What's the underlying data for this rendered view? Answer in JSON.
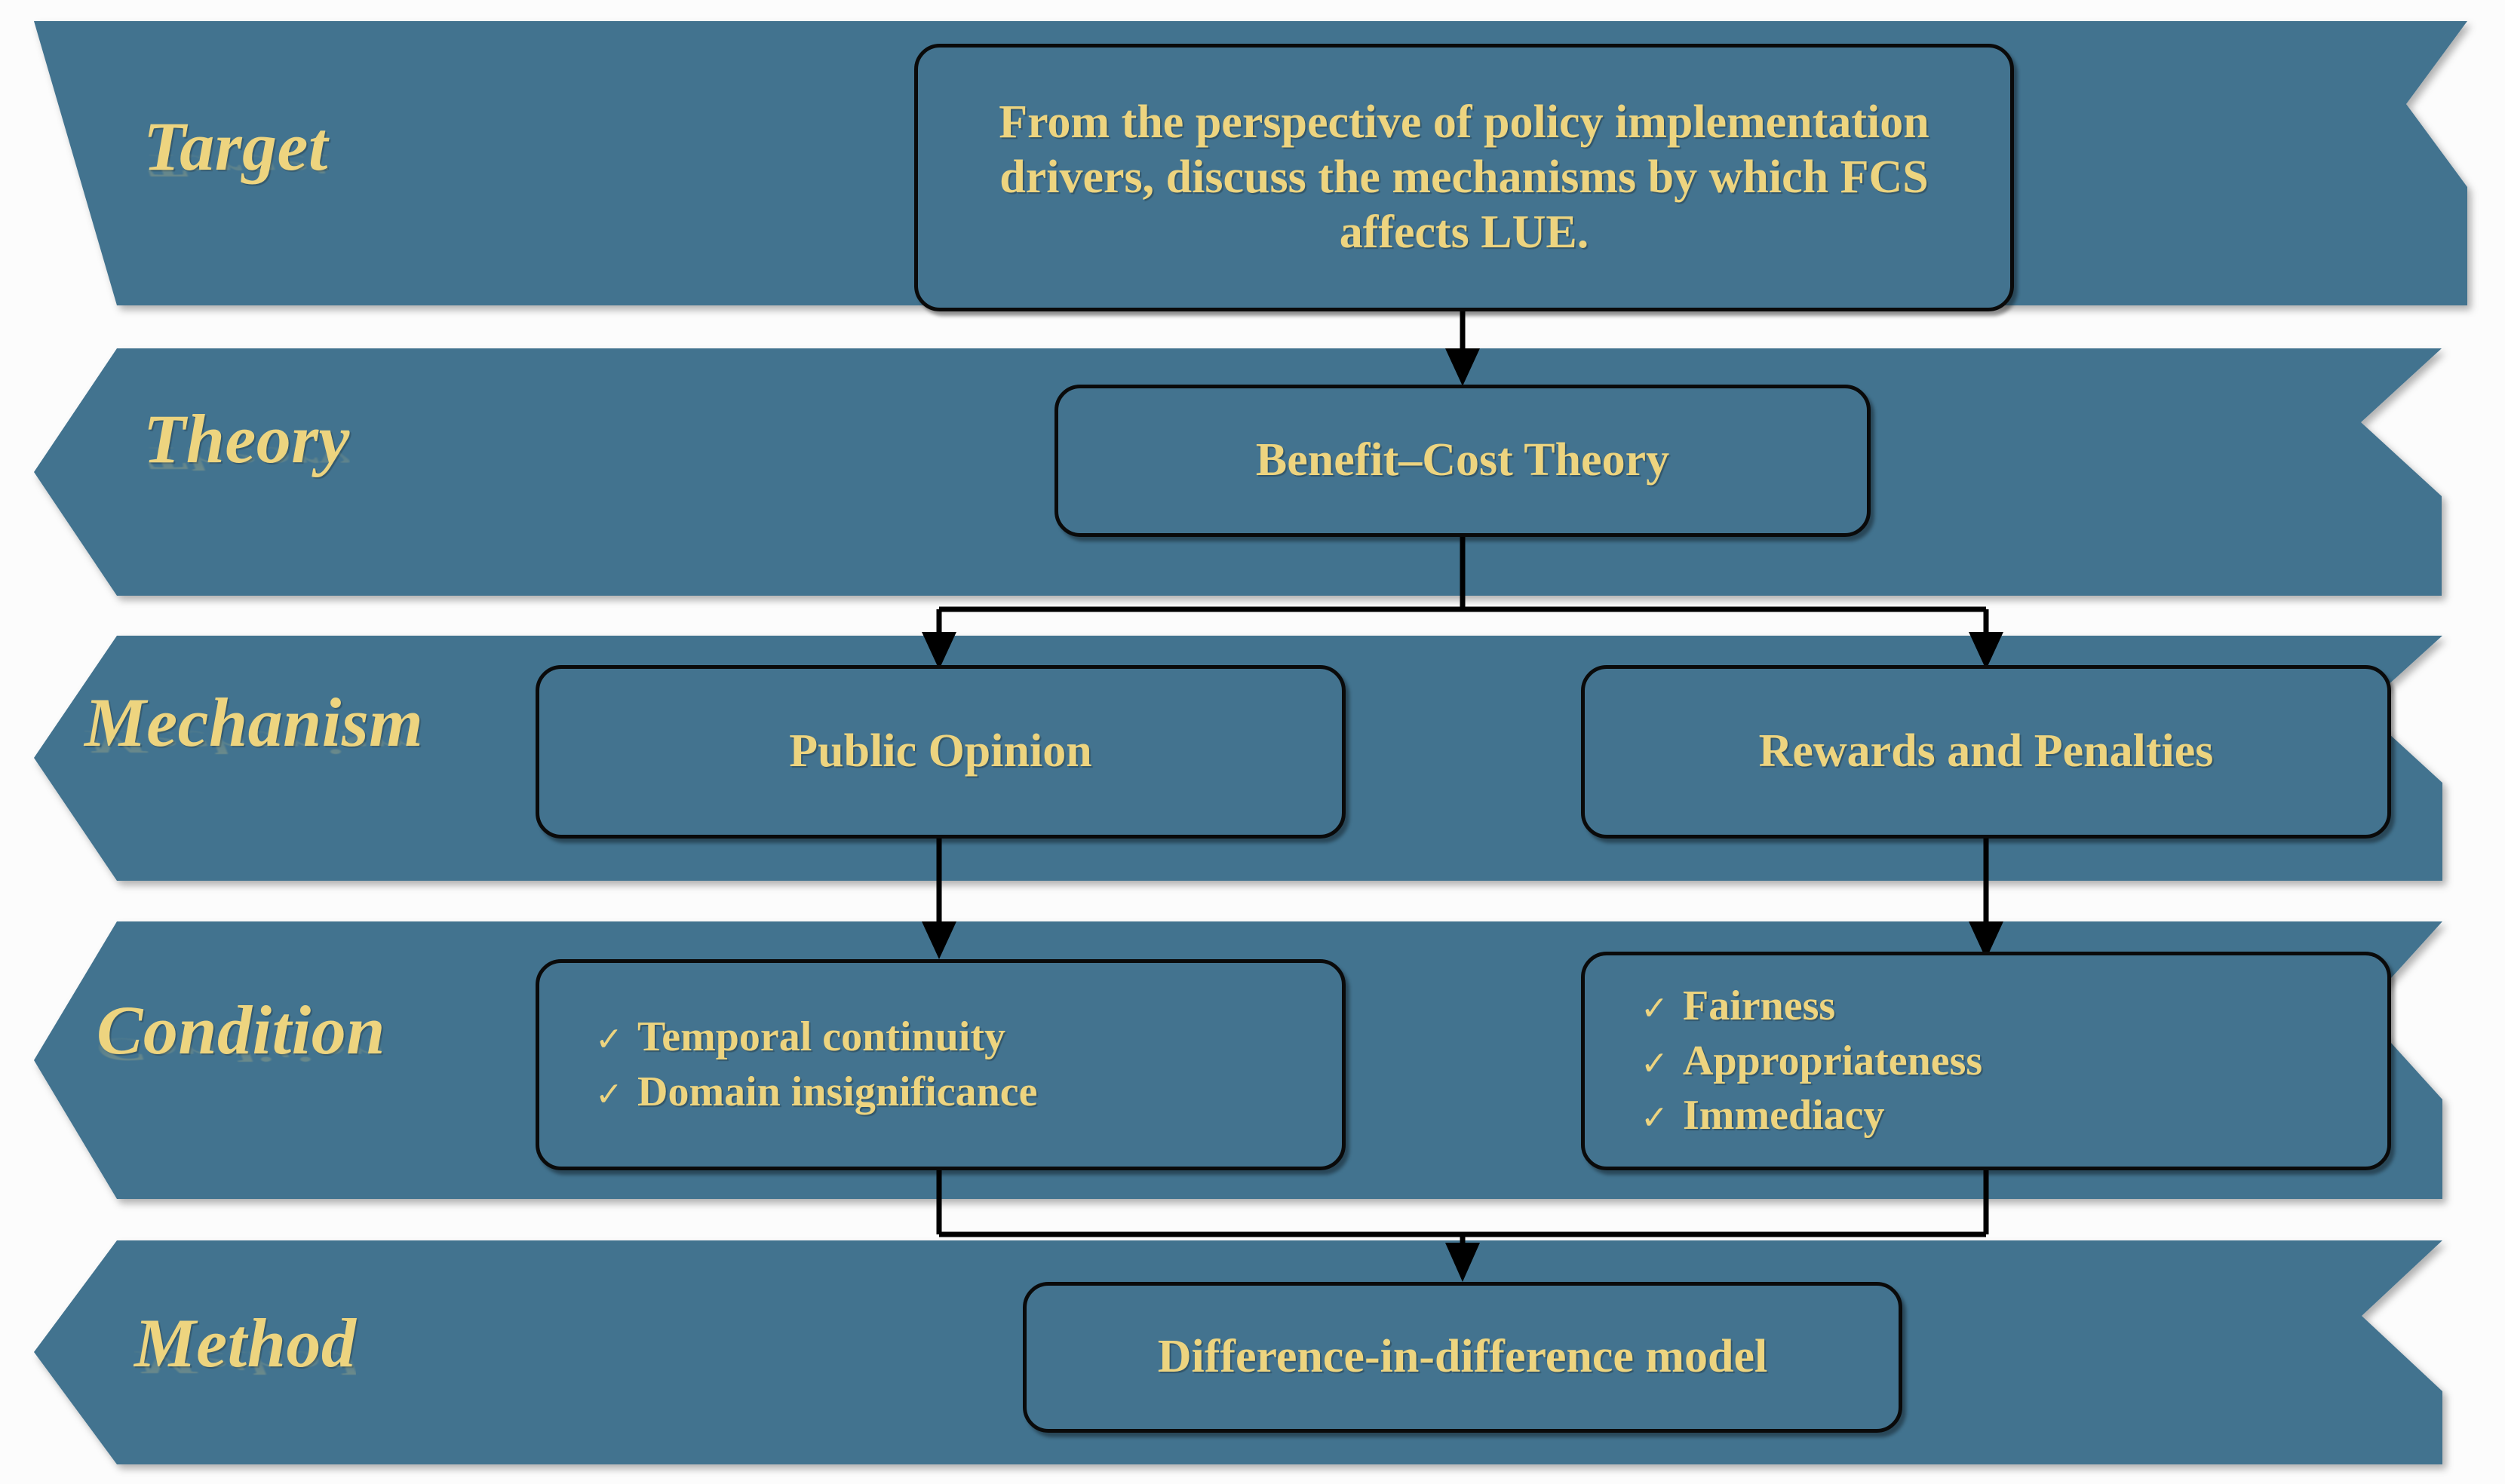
{
  "colors": {
    "band_blue": "#43738f",
    "gold_text": "#edd47f",
    "outline": "#0a0a0a",
    "page_background": "#fcfcfc"
  },
  "rows": [
    {
      "label": "Target",
      "nodes": [
        {
          "id": "target-box",
          "text": "From the perspective of policy implementation drivers, discuss the mechanisms by which FCS affects LUE."
        }
      ]
    },
    {
      "label": "Theory",
      "nodes": [
        {
          "id": "theory-box",
          "text": "Benefit–Cost Theory"
        }
      ]
    },
    {
      "label": "Mechanism",
      "nodes": [
        {
          "id": "mechanism-left-box",
          "text": "Public Opinion"
        },
        {
          "id": "mechanism-right-box",
          "text": "Rewards and Penalties"
        }
      ]
    },
    {
      "label": "Condition",
      "nodes": [
        {
          "id": "condition-left-box",
          "items": [
            "Temporal continuity",
            "Domain insignificance"
          ]
        },
        {
          "id": "condition-right-box",
          "items": [
            "Fairness",
            "Appropriateness",
            "Immediacy"
          ]
        }
      ]
    },
    {
      "label": "Method",
      "nodes": [
        {
          "id": "method-box",
          "text": "Difference-in-difference model"
        }
      ]
    }
  ],
  "icons": {
    "check": "✓"
  },
  "flow": {
    "edges": [
      {
        "from": "target-box",
        "to": "theory-box",
        "arrow": true
      },
      {
        "from": "theory-box",
        "to": "mechanism-left-box",
        "arrow": true
      },
      {
        "from": "theory-box",
        "to": "mechanism-right-box",
        "arrow": true
      },
      {
        "from": "mechanism-left-box",
        "to": "condition-left-box",
        "arrow": true
      },
      {
        "from": "mechanism-right-box",
        "to": "condition-right-box",
        "arrow": true
      },
      {
        "from": "condition-left-box",
        "to": "method-box",
        "arrow": true
      },
      {
        "from": "condition-right-box",
        "to": "method-box",
        "arrow": true
      }
    ]
  }
}
